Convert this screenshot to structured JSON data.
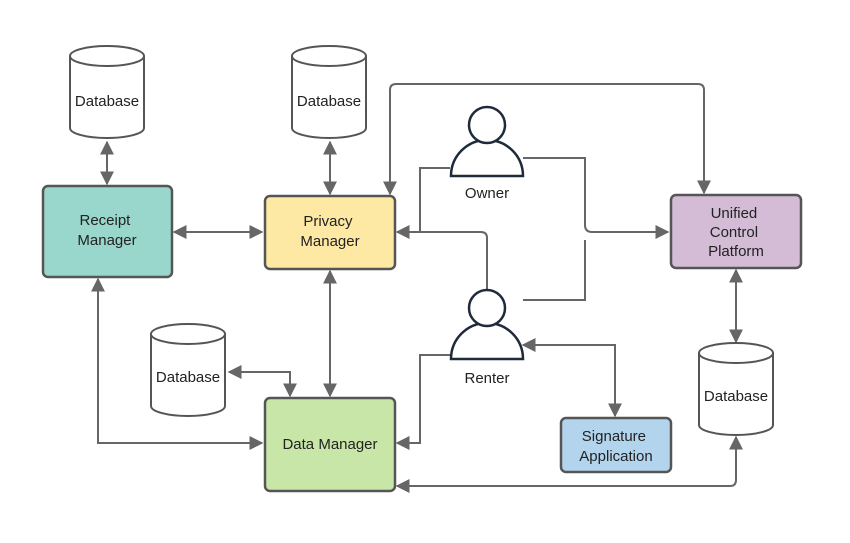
{
  "nodes": {
    "receipt_manager": {
      "lines": [
        "Receipt",
        "Manager"
      ],
      "fill": "#99d6cc"
    },
    "privacy_manager": {
      "lines": [
        "Privacy",
        "Manager"
      ],
      "fill": "#fde9a3"
    },
    "unified_control_platform": {
      "lines": [
        "Unified",
        "Control",
        "Platform"
      ],
      "fill": "#d4bcd6"
    },
    "data_manager": {
      "lines": [
        "Data Manager"
      ],
      "fill": "#c8e6a8"
    },
    "signature_application": {
      "lines": [
        "Signature",
        "Application"
      ],
      "fill": "#b3d4ed"
    }
  },
  "databases": {
    "db_receipt": "Database",
    "db_privacy": "Database",
    "db_data": "Database",
    "db_ucp": "Database"
  },
  "actors": {
    "owner": "Owner",
    "renter": "Renter"
  },
  "colors": {
    "stroke": "#555555",
    "connector": "#666666",
    "person_outline": "#1f2a3a"
  }
}
